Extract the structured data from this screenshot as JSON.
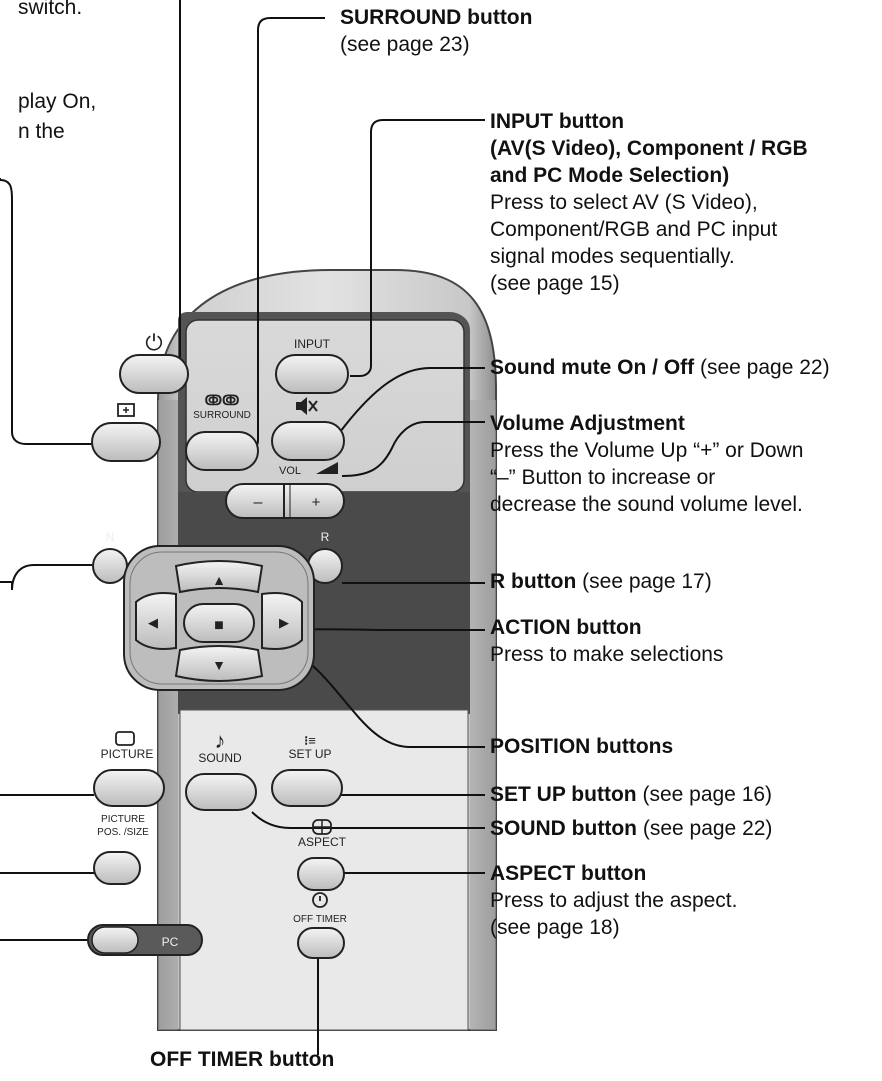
{
  "left_fragments": {
    "line1": "switch.",
    "line2": "play On,",
    "line3": "n the"
  },
  "labels": {
    "surround": {
      "title": "SURROUND button",
      "desc": "(see page 23)"
    },
    "input": {
      "title1": "INPUT button",
      "title2": "(AV(S Video), Component / RGB",
      "title3": "and PC Mode Selection)",
      "desc1": "Press to select AV (S Video),",
      "desc2": "Component/RGB and PC input",
      "desc3": "signal modes sequentially.",
      "desc4": "(see page 15)"
    },
    "mute": {
      "title": "Sound mute On / Off",
      "ref": "(see page 22)"
    },
    "volume": {
      "title": "Volume Adjustment",
      "desc1": "Press the Volume Up “+” or Down",
      "desc2": "“–” Button to increase or",
      "desc3": "decrease the sound volume level."
    },
    "r": {
      "title": "R button",
      "ref": "(see page 17)"
    },
    "action": {
      "title": "ACTION button",
      "desc": "Press to make selections"
    },
    "position": {
      "title": "POSITION buttons"
    },
    "setup": {
      "title": "SET UP button",
      "ref": "(see page 16)"
    },
    "sound": {
      "title": "SOUND button",
      "ref": "(see page 22)"
    },
    "aspect": {
      "title": "ASPECT button",
      "desc1": "Press to adjust the aspect.",
      "desc2": "(see page 18)"
    },
    "offtimer": {
      "title": "OFF TIMER button"
    }
  },
  "remote": {
    "power_symbol": "⏻",
    "input": "INPUT",
    "surround_symbol": "ↂↂ",
    "surround": "SURROUND",
    "mute_symbol": "🔇",
    "vol": "VOL",
    "vol_minus": "–",
    "vol_plus": "+",
    "n": "N",
    "r": "R",
    "up": "▲",
    "down": "▼",
    "left": "◀",
    "right": "▶",
    "center": "■",
    "picture": "PICTURE",
    "sound": "SOUND",
    "setup_symbol": "⁝≡",
    "setup": "SET UP",
    "picture_pos1": "PICTURE",
    "picture_pos2": "POS. /SIZE",
    "aspect": "ASPECT",
    "off_timer": "OFF TIMER",
    "pc": "PC"
  }
}
